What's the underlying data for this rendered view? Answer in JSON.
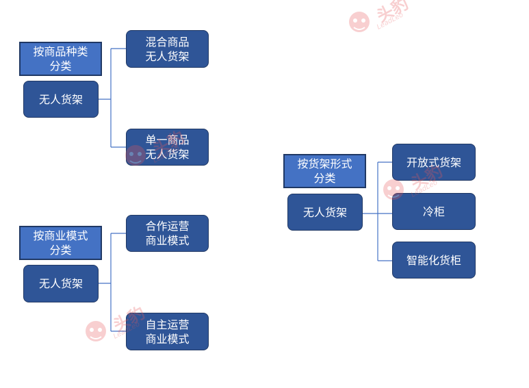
{
  "diagrams": [
    {
      "category": "按商品种类\n分类",
      "root": "无人货架",
      "children": [
        "混合商品\n无人货架",
        "单一商品\n无人货架"
      ]
    },
    {
      "category": "按商业模式\n分类",
      "root": "无人货架",
      "children": [
        "合作运营\n商业模式",
        "自主运营\n商业模式"
      ]
    },
    {
      "category": "按货架形式\n分类",
      "root": "无人货架",
      "children": [
        "开放式货架",
        "冷柜",
        "智能化货柜"
      ]
    }
  ],
  "watermark": {
    "text": "头豹",
    "sub": "LeadLeo",
    "color": "#e8575a"
  },
  "colors": {
    "node_fill": "#2f5597",
    "label_fill": "#4472c4",
    "connector": "#4472c4"
  }
}
